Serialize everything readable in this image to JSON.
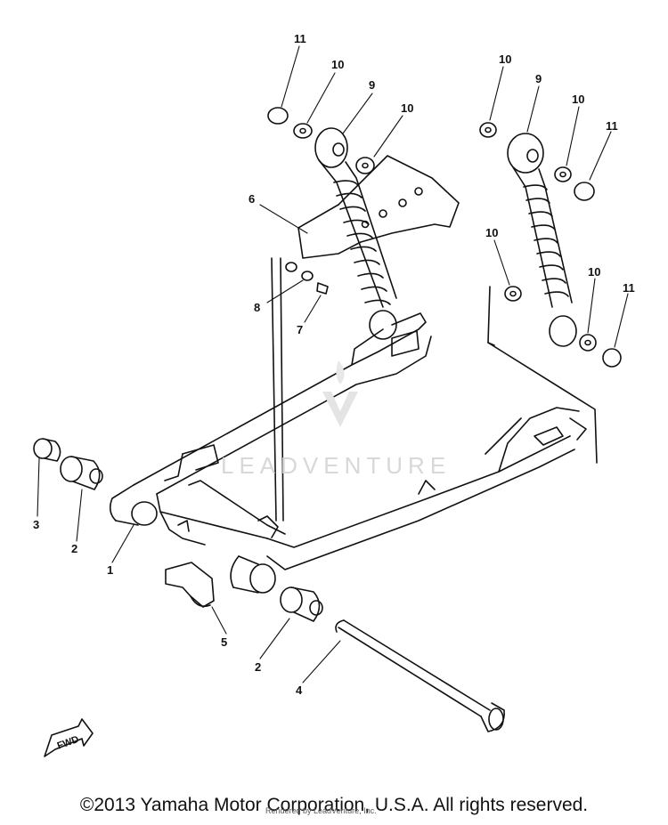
{
  "diagram": {
    "callouts": [
      {
        "id": "c11a",
        "label": "11"
      },
      {
        "id": "c10a",
        "label": "10"
      },
      {
        "id": "c9a",
        "label": "9"
      },
      {
        "id": "c10b",
        "label": "10"
      },
      {
        "id": "c6",
        "label": "6"
      },
      {
        "id": "c8",
        "label": "8"
      },
      {
        "id": "c7",
        "label": "7"
      },
      {
        "id": "c10c",
        "label": "10"
      },
      {
        "id": "c9b",
        "label": "9"
      },
      {
        "id": "c10d",
        "label": "10"
      },
      {
        "id": "c11b",
        "label": "11"
      },
      {
        "id": "c10e",
        "label": "10"
      },
      {
        "id": "c10f",
        "label": "10"
      },
      {
        "id": "c11c",
        "label": "11"
      },
      {
        "id": "c3",
        "label": "3"
      },
      {
        "id": "c2a",
        "label": "2"
      },
      {
        "id": "c1",
        "label": "1"
      },
      {
        "id": "c5",
        "label": "5"
      },
      {
        "id": "c2b",
        "label": "2"
      },
      {
        "id": "c4",
        "label": "4"
      }
    ],
    "fwd_label": "FWD"
  },
  "watermark": "LEADVENTURE",
  "copyright": "©2013 Yamaha Motor Corporation, U.S.A. All rights reserved.",
  "credit": "Rendered by LeadVenture, Inc."
}
